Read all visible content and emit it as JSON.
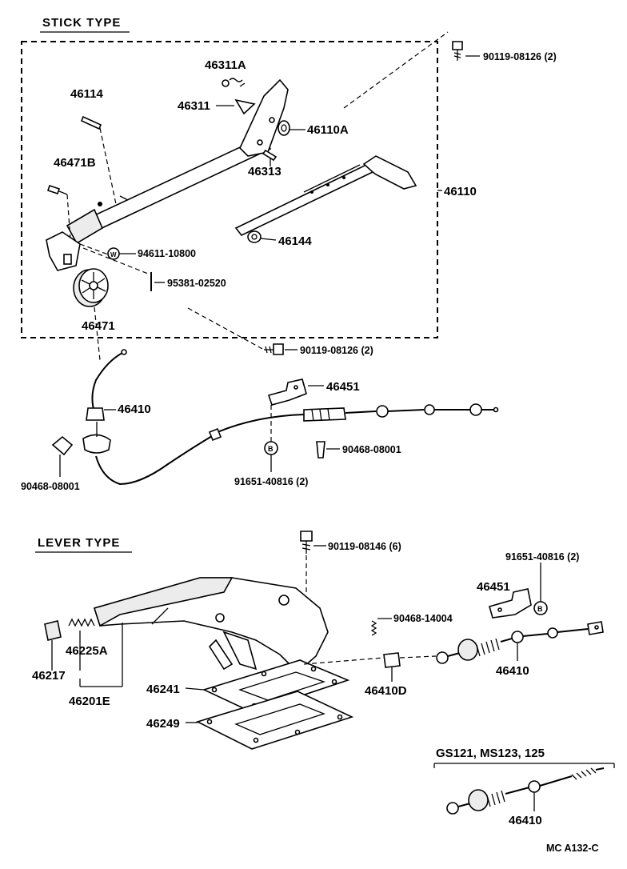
{
  "sections": {
    "stick": "STICK TYPE",
    "lever": "LEVER TYPE",
    "variant": "GS121, MS123, 125"
  },
  "parts": {
    "p46311A": "46311A",
    "p46311": "46311",
    "p46114": "46114",
    "p46110A": "46110A",
    "p46313": "46313",
    "p46471B": "46471B",
    "p46110": "46110",
    "p46144": "46144",
    "p94611_10800": "94611-10800",
    "p95381_02520": "95381-02520",
    "p46471": "46471",
    "p90119_08126_top": "90119-08126 (2)",
    "p90119_08126_mid": "90119-08126 (2)",
    "p46451_stick": "46451",
    "p46410_stick": "46410",
    "p90468_08001_right": "90468-08001",
    "p90468_08001_left": "90468-08001",
    "p91651_40816_stick": "91651-40816 (2)",
    "p90119_08146": "90119-08146 (6)",
    "p91651_40816_lever": "91651-40816 (2)",
    "p46451_lever": "46451",
    "p90468_14004": "90468-14004",
    "p46225A": "46225A",
    "p46217": "46217",
    "p46201E": "46201E",
    "p46241": "46241",
    "p46410D": "46410D",
    "p46410_lever": "46410",
    "p46249": "46249",
    "p46410_variant": "46410"
  },
  "footer": {
    "code": "MC  A132-C"
  }
}
